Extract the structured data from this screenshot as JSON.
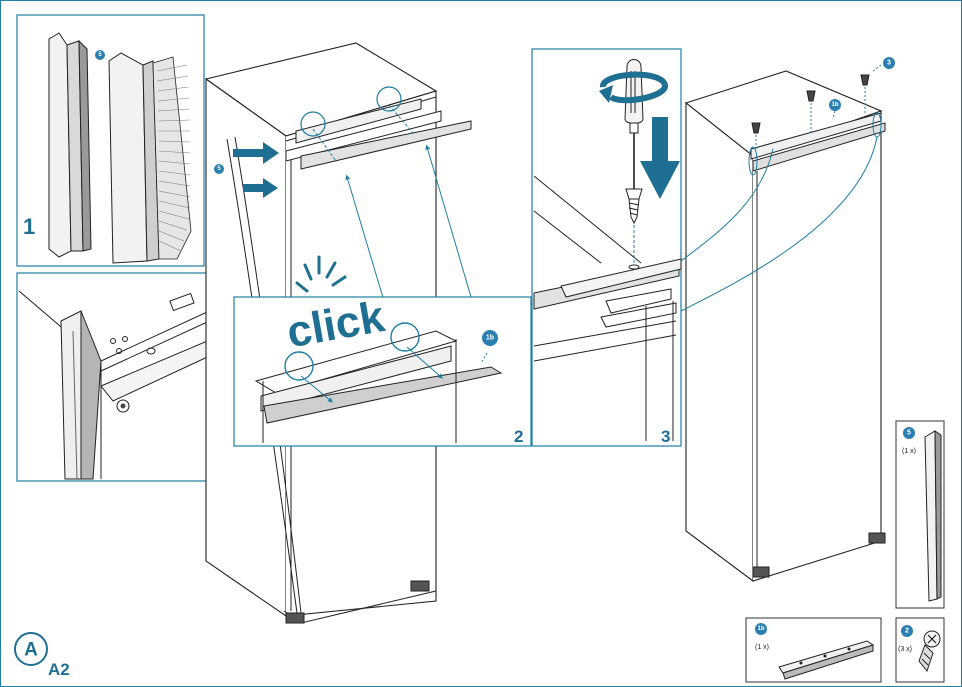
{
  "colors": {
    "accent": "#1f6f93",
    "frame": "#1f7fa3",
    "badge": "#2a7fb0",
    "line": "#333333"
  },
  "page_label": {
    "circle_letter": "A",
    "subscript": "A2"
  },
  "panels": {
    "panel1": {
      "step": "1",
      "badge": "5"
    },
    "panel2": {
      "step": "2",
      "badge": "1b",
      "click_text": "click"
    },
    "panel3": {
      "step": "3"
    }
  },
  "main": {
    "badge_5": "5",
    "badge_3": "3",
    "badge_1b": "1b"
  },
  "parts": [
    {
      "badge": "5",
      "qty": "(1 x)"
    },
    {
      "badge": "1b",
      "qty": "(1 x)"
    },
    {
      "badge": "2",
      "qty": "(3 x)"
    }
  ],
  "icons": {
    "screwdriver": "screwdriver-icon",
    "rotation": "rotate-arrow-icon",
    "push": "push-arrow-icon",
    "screw": "screw-icon"
  }
}
